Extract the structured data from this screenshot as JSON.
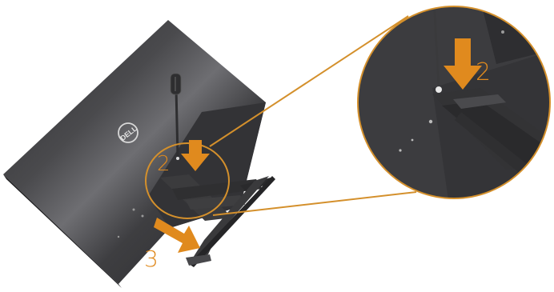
{
  "brand": {
    "logo_text": "DELL"
  },
  "steps": {
    "loosen_screw_label": "2",
    "detail_loosen_screw_label": "2",
    "remove_stand_label": "3"
  },
  "colors": {
    "accent": "#e08a1e",
    "callout_line": "#d4902c",
    "panel_dark": "#3a3a3c",
    "panel_highlight": "#6a6a6e",
    "stand": "#38383a",
    "screwdriver": "#2e2e30"
  },
  "icons": {
    "tool": "screwdriver-icon",
    "down_arrow": "arrow-down-icon",
    "pull_arrow": "arrow-pull-icon"
  }
}
